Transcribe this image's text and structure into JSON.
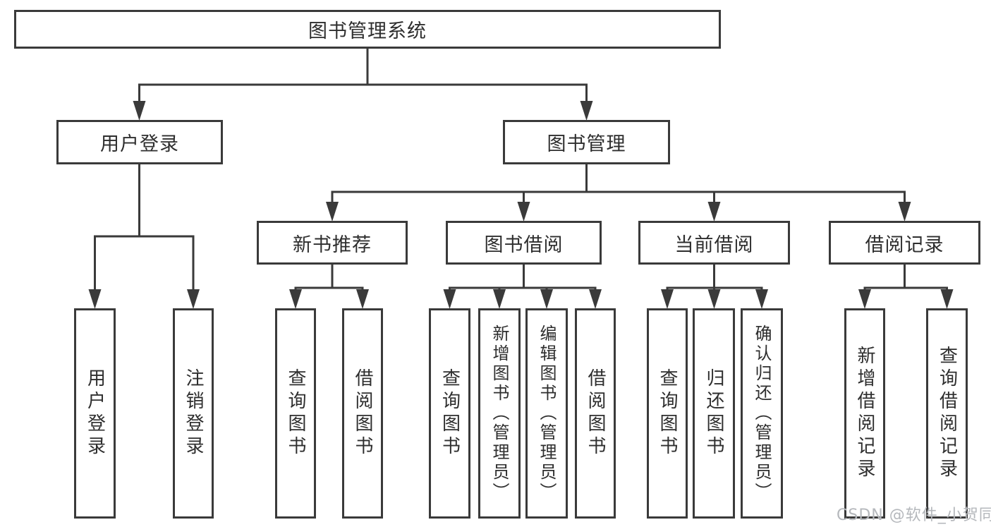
{
  "nodes": {
    "root": "图书管理系统",
    "user_login": "用户登录",
    "book_management": "图书管理",
    "new_book_recommend": "新书推荐",
    "book_borrowing": "图书借阅",
    "current_borrowing": "当前借阅",
    "borrow_records": "借阅记录",
    "leaf_user_login": "用户登录",
    "leaf_logout": "注销登录",
    "nb_query_books": "查询图书",
    "nb_borrow_books": "借阅图书",
    "bb_query_books": "查询图书",
    "bb_add_books_admin": "新增图书（管理员）",
    "bb_edit_books_admin": "编辑图书（管理员）",
    "bb_borrow_books": "借阅图书",
    "cb_query_books": "查询图书",
    "cb_return_books": "归还图书",
    "cb_confirm_return_admin": "确认归还（管理员）",
    "br_add_record": "新增借阅记录",
    "br_query_record": "查询借阅记录"
  },
  "hierarchy": [
    {
      "parent": "图书管理系统",
      "children": [
        "用户登录",
        "图书管理"
      ]
    },
    {
      "parent": "用户登录",
      "children": [
        "用户登录",
        "注销登录"
      ]
    },
    {
      "parent": "图书管理",
      "children": [
        "新书推荐",
        "图书借阅",
        "当前借阅",
        "借阅记录"
      ]
    },
    {
      "parent": "新书推荐",
      "children": [
        "查询图书",
        "借阅图书"
      ]
    },
    {
      "parent": "图书借阅",
      "children": [
        "查询图书",
        "新增图书（管理员）",
        "编辑图书（管理员）",
        "借阅图书"
      ]
    },
    {
      "parent": "当前借阅",
      "children": [
        "查询图书",
        "归还图书",
        "确认归还（管理员）"
      ]
    },
    {
      "parent": "借阅记录",
      "children": [
        "新增借阅记录",
        "查询借阅记录"
      ]
    }
  ],
  "watermark": "CSDN @软件_小贺同学",
  "colors": {
    "line": "#3a3a3a",
    "text": "#2e2e2e",
    "watermark": "#b5b8bc",
    "background": "#ffffff"
  }
}
